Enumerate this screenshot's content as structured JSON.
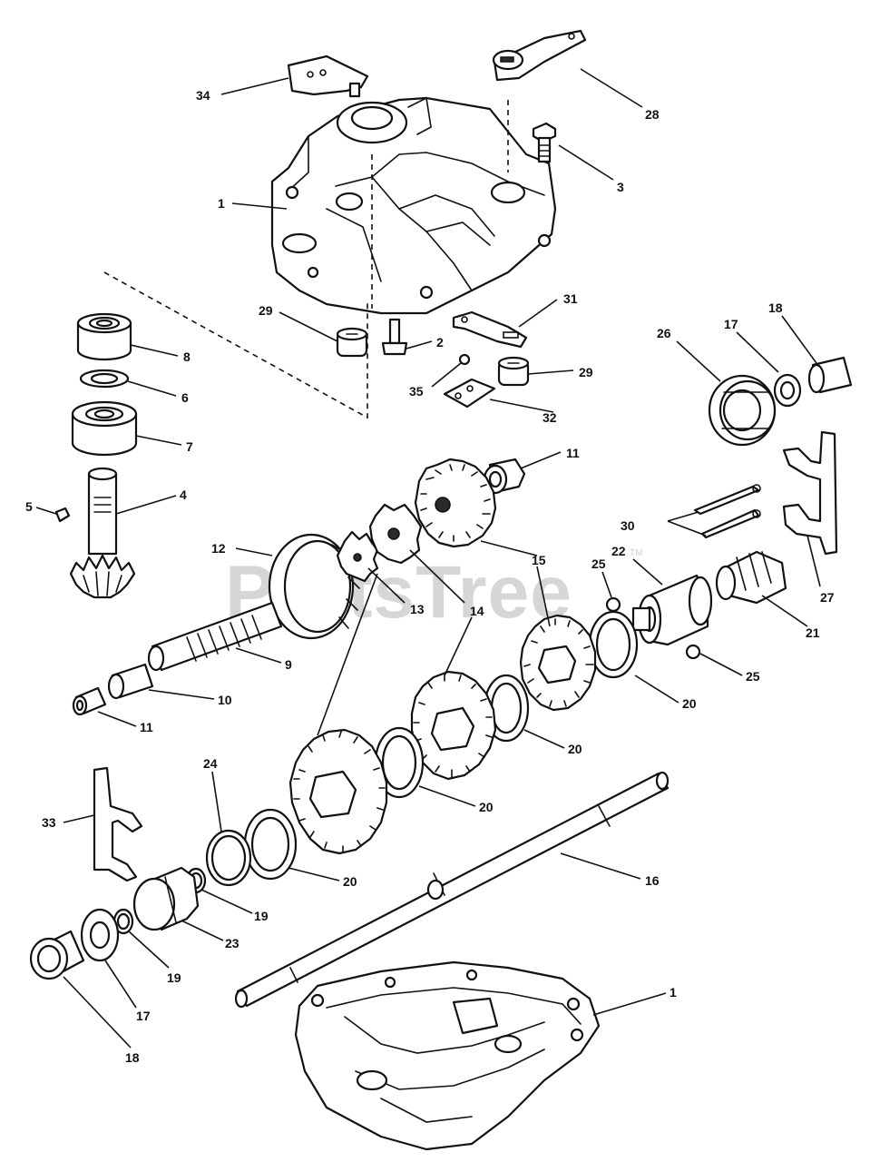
{
  "watermark": {
    "text": "PartsTree",
    "trademark": "TM"
  },
  "callouts": {
    "c34": "34",
    "c28": "28",
    "c3": "3",
    "c1_top": "1",
    "c31": "31",
    "c29_left": "29",
    "c2": "2",
    "c29_right": "29",
    "c35": "35",
    "c32": "32",
    "c26": "26",
    "c17_top": "17",
    "c18_top": "18",
    "c8": "8",
    "c6": "6",
    "c7": "7",
    "c5": "5",
    "c4": "4",
    "c11_top": "11",
    "c30": "30",
    "c27": "27",
    "c12": "12",
    "c13": "13",
    "c14": "14",
    "c15": "15",
    "c25_top": "25",
    "c22": "22",
    "c21": "21",
    "c25_bottom": "25",
    "c9": "9",
    "c10": "10",
    "c11_left": "11",
    "c20_a": "20",
    "c20_b": "20",
    "c20_c": "20",
    "c20_d": "20",
    "c24": "24",
    "c33": "33",
    "c16": "16",
    "c19_a": "19",
    "c23": "23",
    "c19_b": "19",
    "c17_bottom": "17",
    "c18_bottom": "18",
    "c1_bottom": "1"
  }
}
